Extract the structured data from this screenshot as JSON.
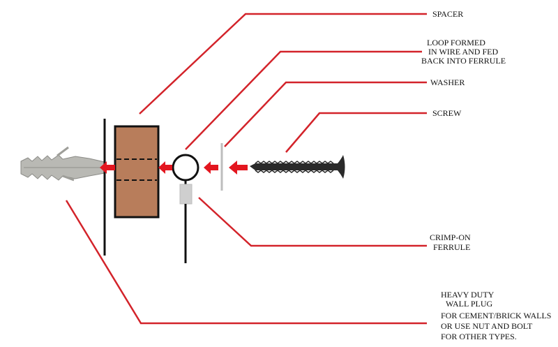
{
  "labels": {
    "spacer": "SPACER",
    "loop_1": "LOOP FORMED",
    "loop_2": "IN WIRE AND FED",
    "loop_3": "BACK INTO FERRULE",
    "washer": "WASHER",
    "screw": "SCREW",
    "ferrule_1": "CRIMP-ON",
    "ferrule_2": "FERRULE",
    "plug_1": "HEAVY DUTY",
    "plug_2": "WALL PLUG",
    "plug_3": "FOR CEMENT/BRICK WALLS",
    "plug_4": "OR USE NUT AND BOLT",
    "plug_5": "FOR OTHER TYPES."
  },
  "colors": {
    "leader": "#d3232a",
    "arrow": "#e3161f",
    "spacer_fill": "#b87d5b",
    "outline": "#111111",
    "plug": "#b9b9b4",
    "screw": "#2a2a2a",
    "ferrule": "#cfcfcf",
    "washer": "#bdbdbd"
  }
}
